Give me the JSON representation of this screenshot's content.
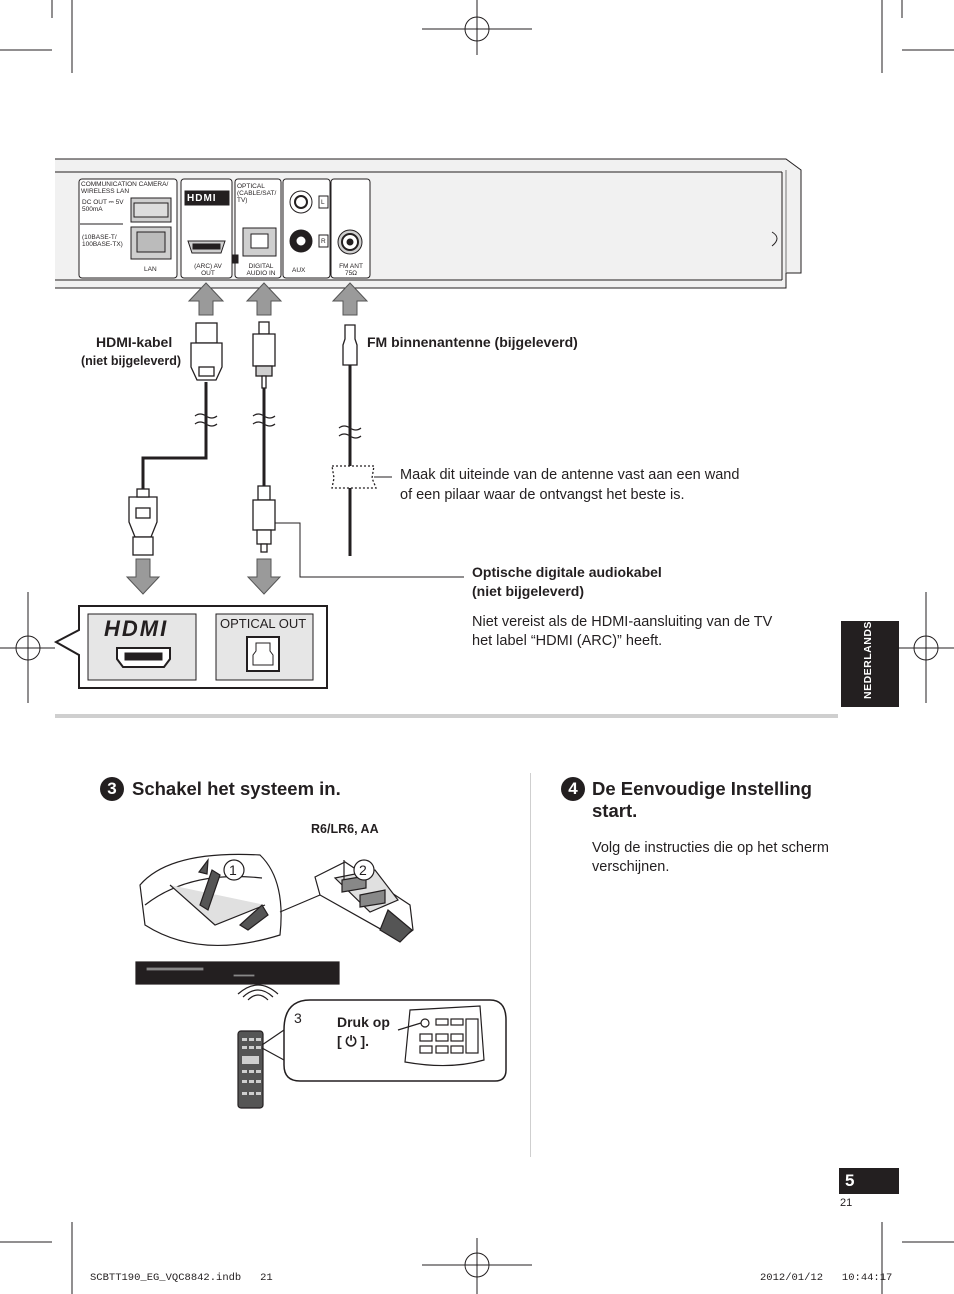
{
  "device_panel": {
    "comm_label": "COMMUNICATION CAMERA/ WIRELESS LAN",
    "dc_out": "DC OUT ⎓ 5V 500mA",
    "lan_base": "(10BASE-T/ 100BASE-TX)",
    "lan": "LAN",
    "hdmi_logo": "HDMI",
    "arc_label": "(ARC) AV OUT",
    "optical_label": "OPTICAL (CABLE/SAT/ TV)",
    "digital_audio_in": "DIGITAL AUDIO IN",
    "aux": "AUX",
    "aux_l": "L",
    "aux_r": "R",
    "fm_ant": "FM ANT 75Ω"
  },
  "cables": {
    "hdmi_title": "HDMI-kabel",
    "hdmi_note": "(niet bijgeleverd)",
    "fm_title": "FM binnenantenne (bijgeleverd)",
    "antenna_note_1": "Maak dit uiteinde van de antenne vast aan een wand",
    "antenna_note_2": "of een pilaar waar de ontvangst het beste is.",
    "optical_title_1": "Optische digitale audiokabel",
    "optical_title_2": "(niet bijgeleverd)",
    "optical_note_1": "Niet vereist als de HDMI-aansluiting van de TV",
    "optical_note_2": "het label “HDMI (ARC)” heeft."
  },
  "tv_panel": {
    "hdmi_logo": "HDMI",
    "optical_out": "OPTICAL OUT"
  },
  "side_tab": "NEDERLANDS",
  "step3": {
    "number": "3",
    "title": "Schakel het systeem in.",
    "battery": "R6/LR6, AA",
    "sub1": "1",
    "sub2": "2",
    "sub3": "3",
    "press_1": "Druk op",
    "press_2": "[ ⏻ ]."
  },
  "step4": {
    "number": "4",
    "title_1": "De Eenvoudige Instelling",
    "title_2": "start.",
    "body_1": "Volg de instructies die op het scherm",
    "body_2": "verschijnen."
  },
  "page_number": "5",
  "page_small": "21",
  "footer_left": "SCBTT190_EG_VQC8842.indb   21",
  "footer_right": "2012/01/12   10:44:17"
}
